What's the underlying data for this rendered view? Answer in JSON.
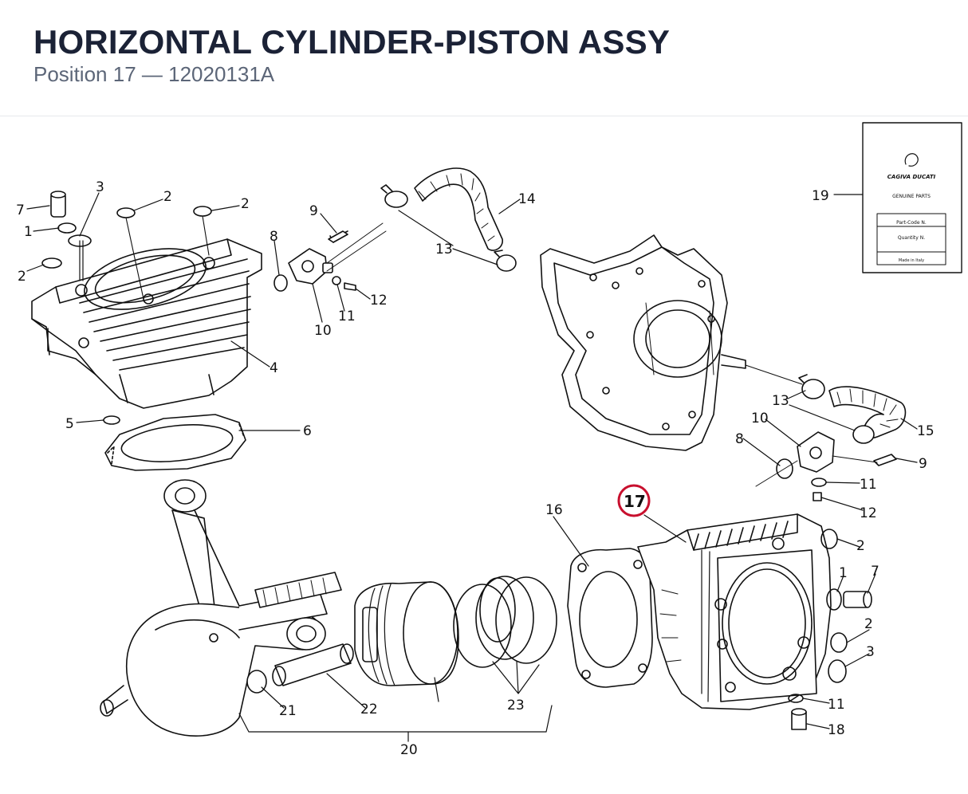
{
  "header": {
    "title": "HORIZONTAL CYLINDER-PISTON ASSY",
    "position_label": "Position",
    "position": "17",
    "separator": "—",
    "part_number": "12020131A"
  },
  "highlight": {
    "position": "17",
    "color": "#c8102e"
  },
  "parts_card": {
    "brand": "CAGIVA DUCATI",
    "genuine": "GENUINE PARTS",
    "part_code": "Part-Code N.",
    "quantity": "Quantity N.",
    "made_in": "Made in Italy"
  },
  "callouts": {
    "c1": "1",
    "c2": "2",
    "c3": "3",
    "c4": "4",
    "c5": "5",
    "c6": "6",
    "c7": "7",
    "c8": "8",
    "c9": "9",
    "c10": "10",
    "c11": "11",
    "c12": "12",
    "c13": "13",
    "c14": "14",
    "c15": "15",
    "c16": "16",
    "c17": "17",
    "c18": "18",
    "c19": "19",
    "c20": "20",
    "c21": "21",
    "c22": "22",
    "c23": "23"
  },
  "colors": {
    "ink": "#111111",
    "title": "#1b2236",
    "subtitle": "#5c6678"
  }
}
